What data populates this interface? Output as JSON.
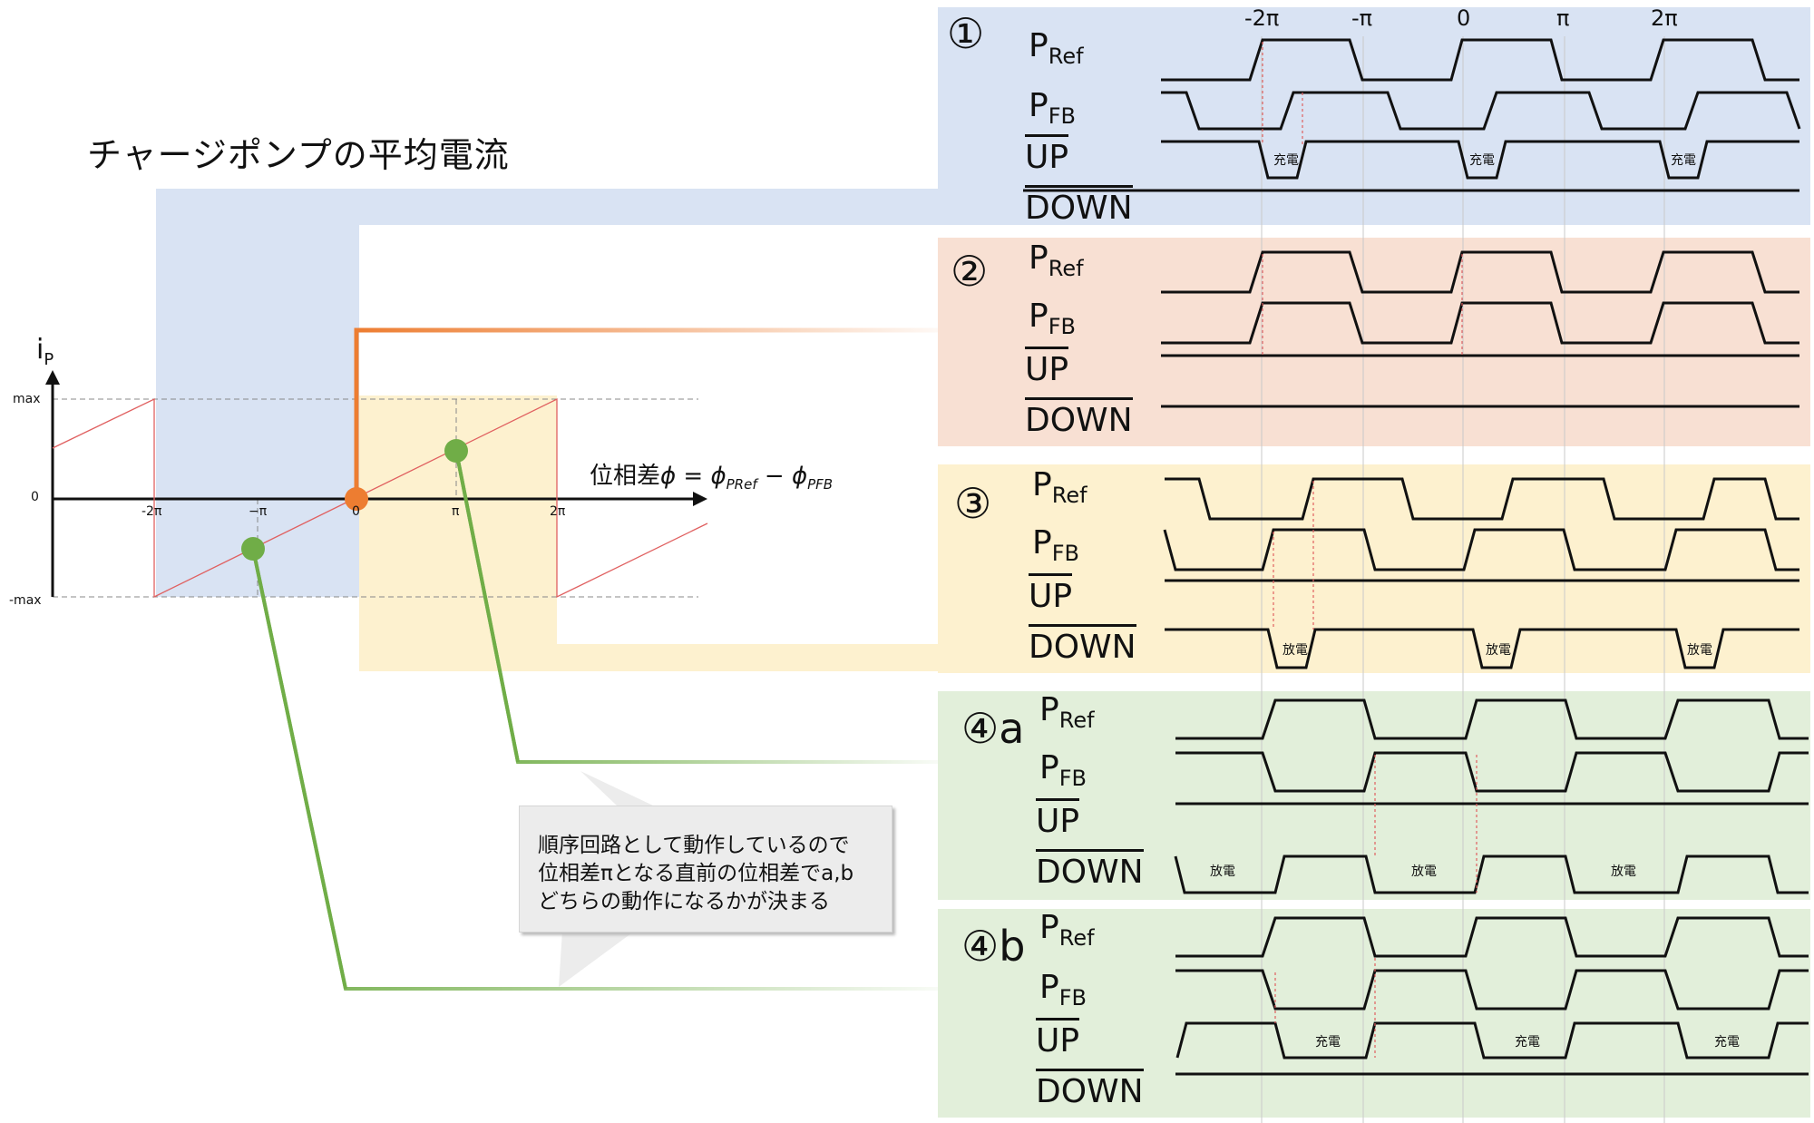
{
  "title": "チャージポンプの平均電流",
  "graph": {
    "ylabel_main": "i",
    "ylabel_sub": "P",
    "y_ticks": [
      "max",
      "0",
      "-max"
    ],
    "x_ticks": [
      "-2π",
      "−π",
      "0",
      "π",
      "2π"
    ],
    "xaxis_label_prefix": "位相差",
    "xaxis_label_formula": "ϕ = ϕ",
    "xaxis_sub1": "PRef",
    "xaxis_minus": " − ϕ",
    "xaxis_sub2": "PFB"
  },
  "top_ticks": [
    "-2π",
    "-π",
    "0",
    "π",
    "2π"
  ],
  "panels": [
    {
      "num": "①",
      "ann": [
        "充電",
        "充電",
        "充電"
      ]
    },
    {
      "num": "②",
      "ann": []
    },
    {
      "num": "③",
      "ann": [
        "放電",
        "放電",
        "放電"
      ]
    },
    {
      "num": "④a",
      "ann": [
        "放電",
        "放電",
        "放電"
      ]
    },
    {
      "num": "④b",
      "ann": [
        "充電",
        "充電",
        "充電"
      ]
    }
  ],
  "signals": {
    "pref_main": "P",
    "pref_sub": "Ref",
    "pfb_main": "P",
    "pfb_sub": "FB",
    "up": "UP",
    "down": "DOWN"
  },
  "callout": "順序回路として動作しているので\n位相差πとなる直前の位相差でa,b\nどちらの動作になるかが決まる",
  "colors": {
    "blue_panel": "#d9e3f3",
    "peach_panel": "#f8e0d3",
    "yellow_panel": "#fdf1cf",
    "green_panel": "#e2efda",
    "orange_marker": "#ed7d31",
    "green_marker": "#70ad47",
    "ramp_red": "#e06060"
  }
}
